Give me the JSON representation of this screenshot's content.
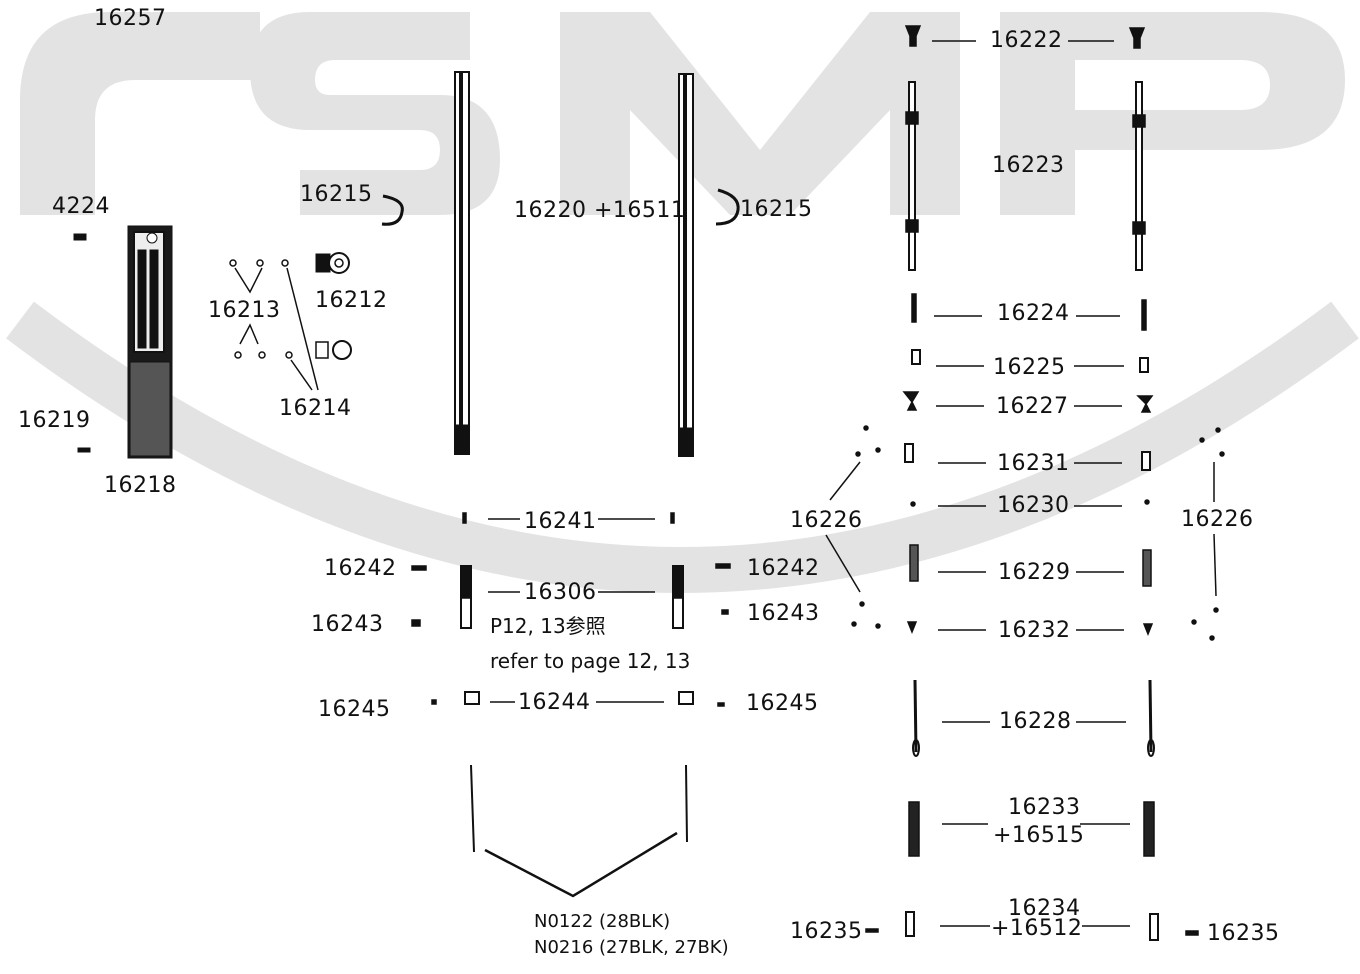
{
  "watermark": {
    "text": "CSMP",
    "color": "#e2e2e2"
  },
  "labels": {
    "p16257": "16257",
    "p4224": "4224",
    "p16219": "16219",
    "p16218": "16218",
    "p16215a": "16215",
    "p16215b": "16215",
    "p16213": "16213",
    "p16212": "16212",
    "p16214": "16214",
    "p16220": "16220 +16511",
    "p16241": "16241",
    "p16242a": "16242",
    "p16242b": "16242",
    "p16306": "16306",
    "p16243a": "16243",
    "p16243b": "16243",
    "p16245a": "16245",
    "p16245b": "16245",
    "p16244": "16244",
    "p16222": "16222",
    "p16223": "16223",
    "p16224": "16224",
    "p16225": "16225",
    "p16227": "16227",
    "p16231": "16231",
    "p16230": "16230",
    "p16226a": "16226",
    "p16226b": "16226",
    "p16229": "16229",
    "p16232": "16232",
    "p16228": "16228",
    "p16233_1": "16233",
    "p16233_2": "+16515",
    "p16234_1": "16234",
    "p16234_2": "+16512",
    "p16235a": "16235",
    "p16235b": "16235"
  },
  "notes": {
    "ref_jp": "P12, 13参照",
    "ref_en": "refer to page 12, 13",
    "n0122": "N0122 (28BLK)",
    "n0216": "N0216 (27BLK, 27BK)"
  }
}
